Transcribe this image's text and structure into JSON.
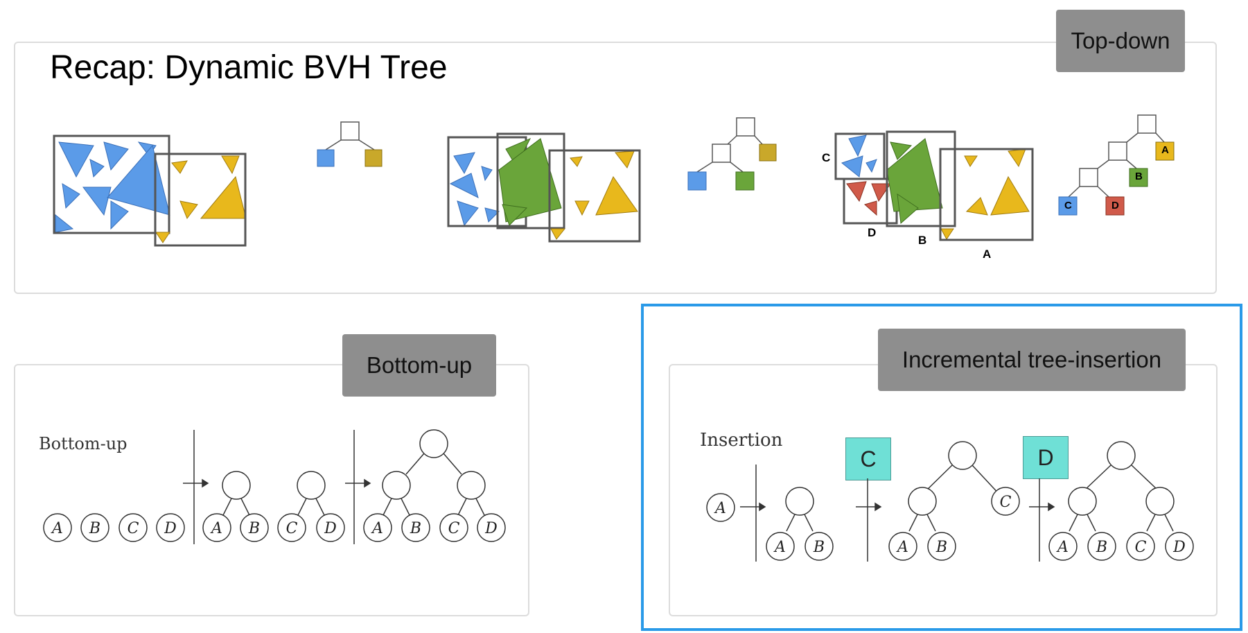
{
  "title": "Recap: Dynamic BVH Tree",
  "top_panel": {
    "tag": "Top-down",
    "box_labels": [
      "C",
      "D",
      "B",
      "A"
    ],
    "tree_labels": [
      "A",
      "B",
      "C",
      "D"
    ]
  },
  "bottom_left": {
    "tag": "Bottom-up",
    "caption": "Bottom-up",
    "leaves": [
      "A",
      "B",
      "C",
      "D"
    ]
  },
  "bottom_right": {
    "tag": "Incremental tree-insertion",
    "caption": "Insertion",
    "inserted": [
      "C",
      "D"
    ],
    "leaves": [
      "A",
      "B",
      "C",
      "D"
    ]
  },
  "colors": {
    "blue": "#5b9be8",
    "green": "#6aa53a",
    "yellow": "#e8b81c",
    "red": "#d05a4a",
    "highlight": "#2a9ae8",
    "cyan": "#6fe0d6"
  }
}
